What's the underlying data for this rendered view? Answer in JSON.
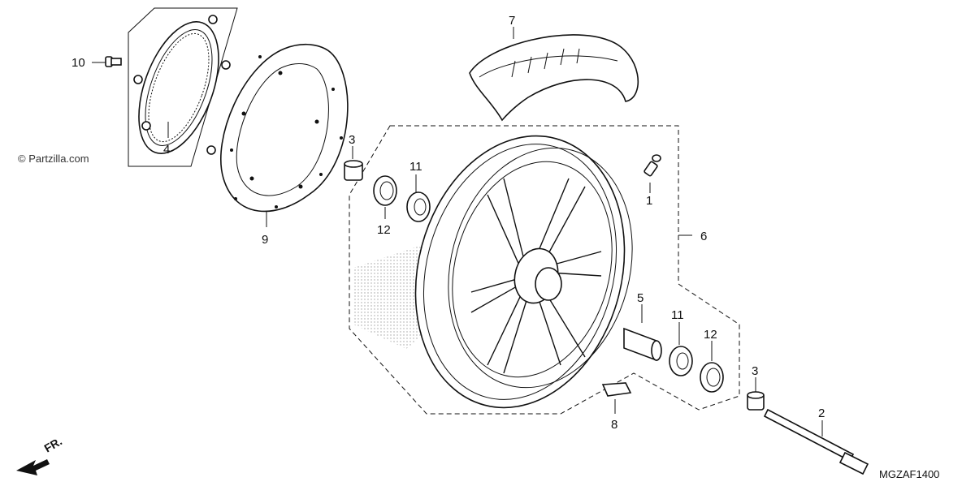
{
  "watermark": "© Partzilla.com",
  "diagram_code": "MGZAF1400",
  "direction_label": "FR.",
  "callouts": [
    {
      "id": "1",
      "part": "valve"
    },
    {
      "id": "2",
      "part": "axle"
    },
    {
      "id": "3",
      "part": "collar-left"
    },
    {
      "id": "3b",
      "label": "3",
      "part": "collar-right"
    },
    {
      "id": "4",
      "part": "pulser-ring"
    },
    {
      "id": "5",
      "part": "distance-collar"
    },
    {
      "id": "6",
      "part": "wheel-assembly"
    },
    {
      "id": "7",
      "part": "tire"
    },
    {
      "id": "8",
      "part": "balance-weight"
    },
    {
      "id": "9",
      "part": "brake-disc"
    },
    {
      "id": "10",
      "part": "bolt"
    },
    {
      "id": "11",
      "part": "bearing-left"
    },
    {
      "id": "11b",
      "label": "11",
      "part": "bearing-right"
    },
    {
      "id": "12",
      "part": "seal-left"
    },
    {
      "id": "12b",
      "label": "12",
      "part": "seal-right"
    }
  ],
  "labels": {
    "c1": "1",
    "c2": "2",
    "c3": "3",
    "c3b": "3",
    "c4": "4",
    "c5": "5",
    "c6": "6",
    "c7": "7",
    "c8": "8",
    "c9": "9",
    "c10": "10",
    "c11": "11",
    "c11b": "11",
    "c12": "12",
    "c12b": "12"
  }
}
